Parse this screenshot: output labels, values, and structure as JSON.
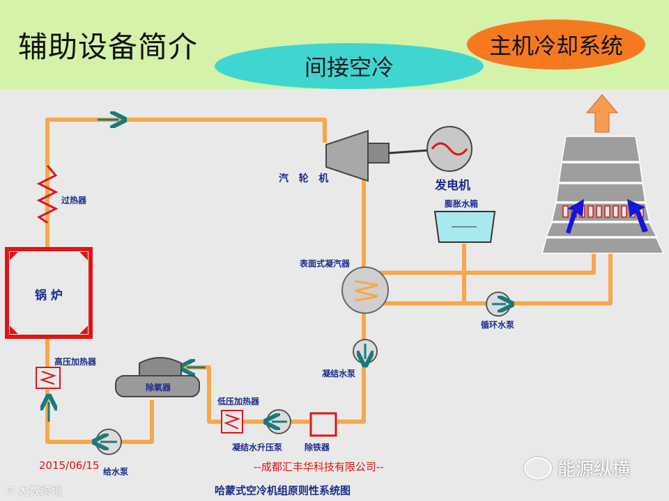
{
  "header": {
    "title": "辅助设备简介",
    "pill_center": "间接空冷",
    "pill_right": "主机冷却系统"
  },
  "labels": {
    "superheater": "过热器",
    "boiler": "锅 炉",
    "hp_heater": "高压加热器",
    "deaerator": "除氧器",
    "feed_pump": "给水泵",
    "lp_heater": "低压加热器",
    "booster_pump": "凝结水升压泵",
    "iron_remover": "除铁器",
    "condensate_pump": "凝结水泵",
    "condenser": "表面式凝汽器",
    "turbine": "汽   轮   机",
    "generator": "发电机",
    "expansion_tank": "膨胀水箱",
    "circ_pump": "循环水泵"
  },
  "footer": {
    "date": "2015/06/15",
    "company": "--成都汇丰华科技有限公司--",
    "caption": "哈蒙式空冷机组原则性系统图"
  },
  "watermarks": {
    "left": "大数跨境",
    "right": "能源纵横"
  },
  "colors": {
    "pipe": "#f7a748",
    "header_bg": "#d4f2a8",
    "pill_cyan": "#3fd6d2",
    "pill_orange": "#f57a1f",
    "equipment_red": "#e01414",
    "label_blue": "#1a2c8a",
    "arrow_teal": "#1a7a7a"
  }
}
